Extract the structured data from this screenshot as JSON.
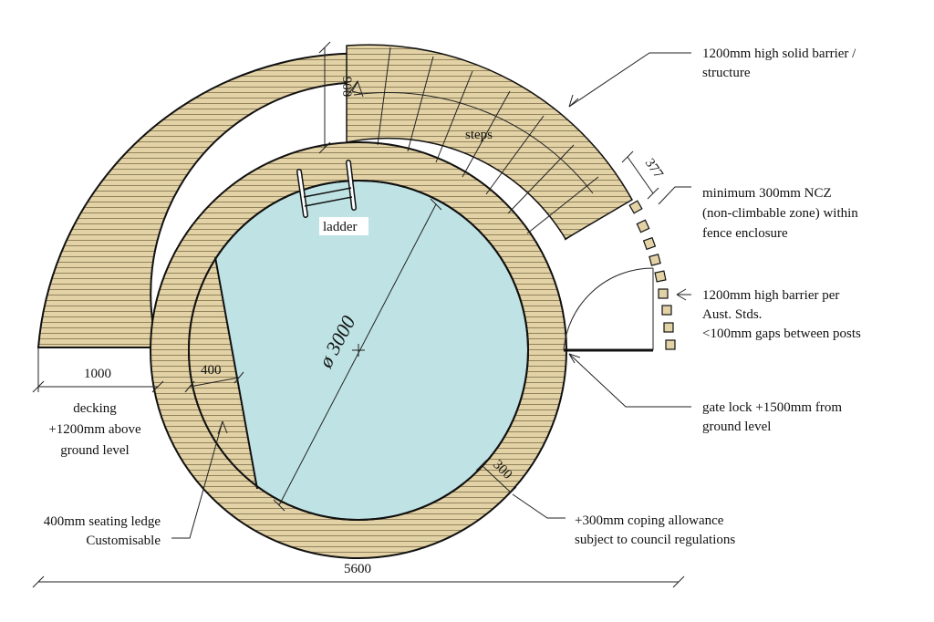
{
  "colors": {
    "decking": "#e2d2a6",
    "water": "#bfe3e4",
    "outline": "#111111",
    "board_line": "#8a7a55"
  },
  "labels": {
    "solid_barrier_1": "1200mm high solid barrier /",
    "solid_barrier_2": "structure",
    "ncz_1": "minimum 300mm NCZ",
    "ncz_2": "(non-climbable zone) within",
    "ncz_3": "fence enclosure",
    "barrier_1": "1200mm high barrier per",
    "barrier_2": "Aust. Stds.",
    "barrier_3": "<100mm gaps between posts",
    "gate_1": "gate lock +1500mm from",
    "gate_2": "ground level",
    "coping_1": "+300mm coping allowance",
    "coping_2": "subject to council regulations",
    "seating_1": "400mm seating ledge",
    "seating_2": "Customisable",
    "decking_1": "decking",
    "decking_2": "+1200mm above",
    "decking_3": "ground level",
    "steps": "steps",
    "ladder": "ladder"
  },
  "dimensions": {
    "d900": "900",
    "d377": "377",
    "d1000": "1000",
    "d400": "400",
    "d3000": "ø 3000",
    "d300": "300",
    "d5600": "5600"
  }
}
